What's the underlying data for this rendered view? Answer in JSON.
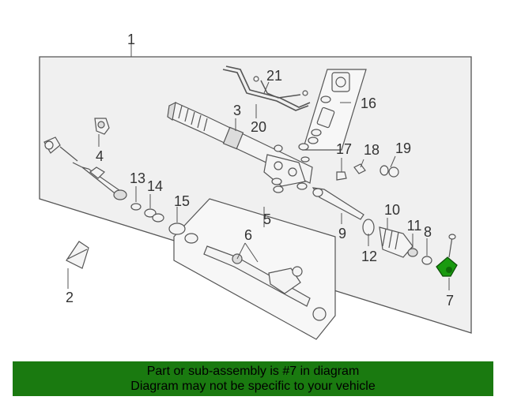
{
  "diagram": {
    "callouts": [
      "1",
      "2",
      "3",
      "4",
      "5",
      "6",
      "7",
      "8",
      "9",
      "10",
      "11",
      "12",
      "13",
      "14",
      "15",
      "16",
      "17",
      "18",
      "19",
      "20",
      "21"
    ],
    "highlight_color": "#1a9a10"
  },
  "banner": {
    "line1": "Part or sub-assembly is #7 in diagram",
    "line2": "Diagram may not be specific to your vehicle",
    "background": "#1a7a10"
  }
}
